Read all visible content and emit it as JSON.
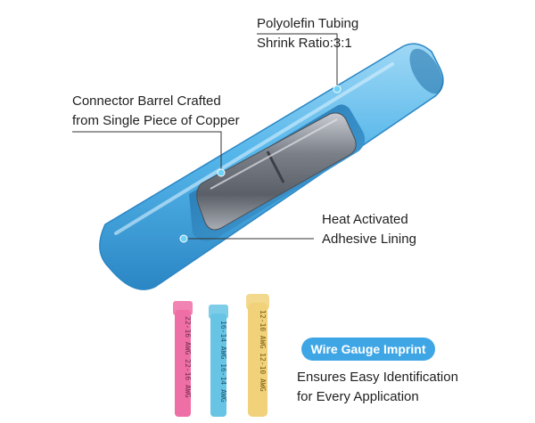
{
  "callouts": {
    "tubing": [
      "Polyolefin Tubing",
      "Shrink Ratio:3:1"
    ],
    "barrel": [
      "Connector Barrel Crafted",
      "from Single Piece of Copper"
    ],
    "adhesive": [
      "Heat Activated",
      "Adhesive Lining"
    ],
    "identification": [
      "Ensures Easy Identification",
      "for Every Application"
    ]
  },
  "badge": {
    "label": "Wire Gauge Imprint"
  },
  "connectors": [
    {
      "imprint": "22-16 AWG 22-16 AWG",
      "color": "#ee6fa5"
    },
    {
      "imprint": "16-14 AWG 16-14 AWG",
      "color": "#67c4e4"
    },
    {
      "imprint": "12-10 AWG 12-10 AWG",
      "color": "#f1d27a"
    }
  ],
  "colors": {
    "tube": "#4cb1e6",
    "tube_dark": "#2e8fcc",
    "accent": "#3fa6e6",
    "copper": "#8a8e96"
  }
}
